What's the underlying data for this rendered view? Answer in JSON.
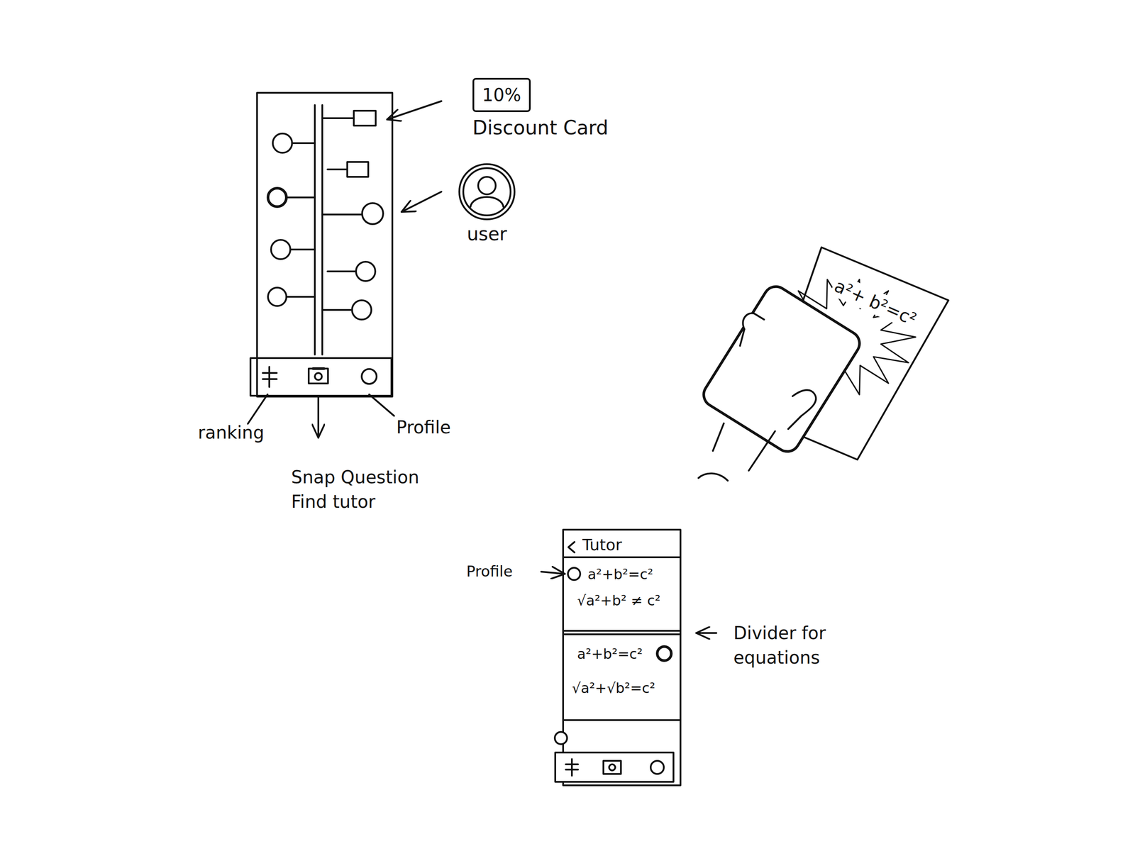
{
  "diagram": {
    "nodes": [
      {
        "text": [
          "10%",
          "Discount Card"
        ]
      },
      {
        "text": [
          "user"
        ]
      }
    ],
    "labels": [
      "ranking",
      "Snap Question Find tutor",
      "Profile",
      "Tutor",
      "Profile",
      "a²+b²=c²",
      "√a²+b² ≠ c²",
      "a²+b²=c²",
      "√a²+√b²=c²",
      "Divider for equations",
      "a²+ b²=c²"
    ]
  }
}
